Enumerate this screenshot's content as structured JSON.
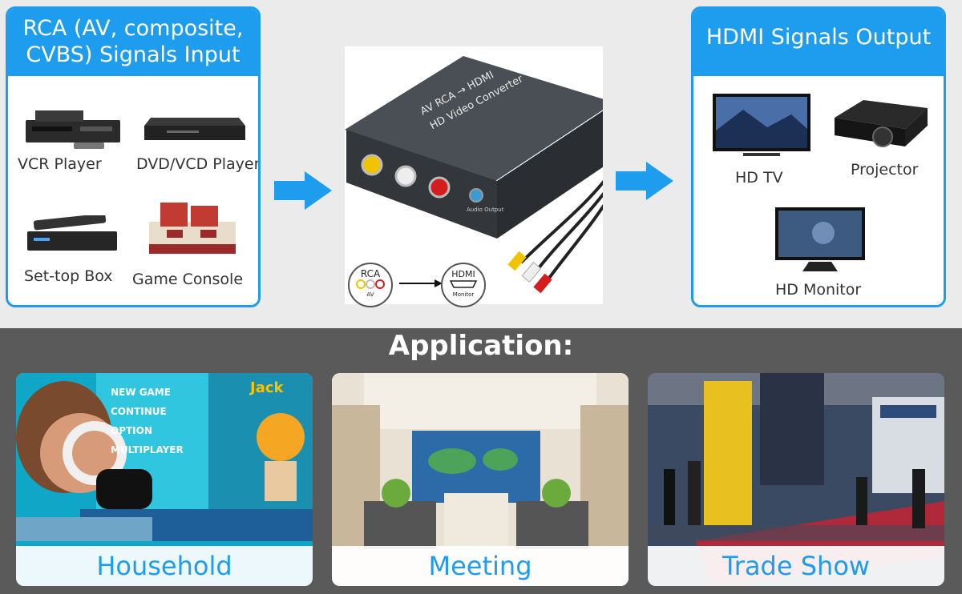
{
  "input": {
    "title": "RCA (AV, composite, CVBS) Signals Input",
    "devices": [
      "VCR Player",
      "DVD/VCD Player",
      "Set-top Box",
      "Game Console"
    ]
  },
  "converter": {
    "label_line1": "AV RCA → HDMI",
    "label_line2": "HD Video Converter",
    "audio_port_label": "Audio Output",
    "rca_badge": "RCA",
    "rca_sub": "AV",
    "hdmi_badge": "HDMI",
    "hdmi_sub": "Monitor"
  },
  "output": {
    "title": "HDMI Signals Output",
    "devices": [
      "HD TV",
      "Projector",
      "HD Monitor"
    ]
  },
  "application": {
    "title": "Application:",
    "cards": [
      "Household",
      "Meeting",
      "Trade Show"
    ],
    "household_menu": [
      "NEW GAME",
      "CONTINUE",
      "OPTION",
      "MULTIPLAYER"
    ],
    "household_name": "Jack"
  },
  "colors": {
    "accent": "#1e9cee",
    "bottom_bg": "#5a5a5a"
  }
}
